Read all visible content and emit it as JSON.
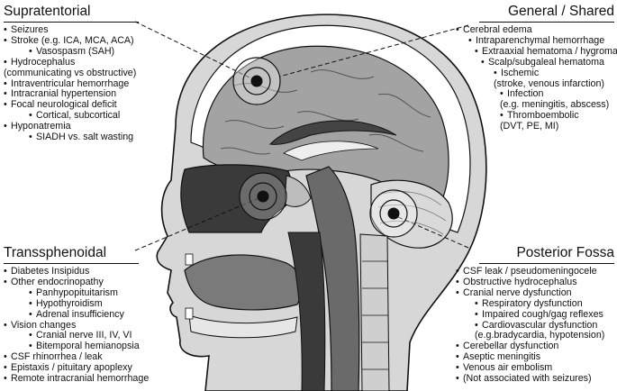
{
  "supratentorial": {
    "title": "Supratentorial",
    "items": [
      {
        "text": "Seizures"
      },
      {
        "text": "Stroke (e.g. ICA, MCA, ACA)"
      },
      {
        "text": "Vasospasm (SAH)"
      },
      {
        "text": "Hydrocephalus",
        "note": "(communicating vs obstructive)"
      },
      {
        "text": "Intraventricular hemorrhage"
      },
      {
        "text": "Intracranial hypertension"
      },
      {
        "text": "Focal neurological deficit"
      },
      {
        "text": "Cortical, subcortical"
      },
      {
        "text": "Hyponatremia"
      },
      {
        "text": "SIADH vs. salt wasting"
      }
    ]
  },
  "general_shared": {
    "title": "General / Shared",
    "items": [
      {
        "text": "Cerebral edema"
      },
      {
        "text": "Intraparenchymal hemorrhage"
      },
      {
        "text": "Extraaxial hematoma / hygroma"
      },
      {
        "text": "Scalp/subgaleal hematoma"
      },
      {
        "text": "Ischemic",
        "note": "(stroke, venous infarction)"
      },
      {
        "text": "Infection",
        "note": "(e.g. meningitis, abscess)"
      },
      {
        "text": "Thromboembolic",
        "note": "(DVT, PE, MI)"
      }
    ]
  },
  "transsphenoidal": {
    "title": "Transsphenoidal",
    "items": [
      {
        "text": "Diabetes Insipidus"
      },
      {
        "text": "Other endocrinopathy"
      },
      {
        "text": "Panhypopituitarism"
      },
      {
        "text": "Hypothyroidism"
      },
      {
        "text": "Adrenal insufficiency"
      },
      {
        "text": "Vision changes"
      },
      {
        "text": "Cranial nerve III, IV, VI"
      },
      {
        "text": "Bitemporal hemianopsia"
      },
      {
        "text": "CSF rhinorrhea / leak"
      },
      {
        "text": "Epistaxis / pituitary apoplexy"
      },
      {
        "text": "Remote intracranial hemorrhage"
      }
    ]
  },
  "posterior_fossa": {
    "title": "Posterior Fossa",
    "items": [
      {
        "text": "CSF leak / pseudomeningocele"
      },
      {
        "text": "Obstructive hydrocephalus"
      },
      {
        "text": "Cranial nerve dysfunction"
      },
      {
        "text": "Respiratory dysfunction"
      },
      {
        "text": "Impaired cough/gag reflexes"
      },
      {
        "text": "Cardiovascular dysfunction",
        "note": "(e.g.bradycardia, hypotension)"
      },
      {
        "text": "Cerebellar dysfunction"
      },
      {
        "text": "Aseptic meningitis"
      },
      {
        "text": "Venous air embolism"
      },
      {
        "text": "(Not associated with seizures)"
      }
    ]
  },
  "colors": {
    "background": "#ffffff",
    "skull": "#cfcfcf",
    "brain": "#9a9a9a",
    "dark_tissue": "#3a3a3a",
    "outline": "#111111"
  },
  "icons": [
    "target-marker-icon"
  ]
}
